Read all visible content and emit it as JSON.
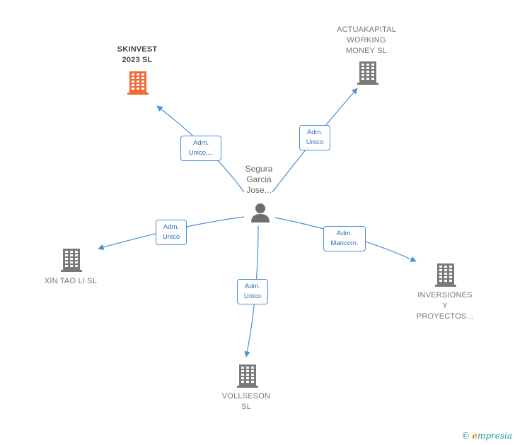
{
  "person": {
    "name": "Segura\nGarcia\nJose..."
  },
  "companies": [
    {
      "id": "skinvest",
      "label": "SKINVEST\n2023  SL",
      "highlight": true
    },
    {
      "id": "actuakapital",
      "label": "ACTUAKAPITAL\nWORKING\nMONEY  SL",
      "highlight": false
    },
    {
      "id": "xintaoli",
      "label": "XIN TAO LI  SL",
      "highlight": false
    },
    {
      "id": "vollseson",
      "label": "VOLLSESON\nSL",
      "highlight": false
    },
    {
      "id": "inversiones",
      "label": "INVERSIONES\nY\nPROYECTOS...",
      "highlight": false
    }
  ],
  "relations": [
    {
      "to": "skinvest",
      "label": "Adm.\nUnico,..."
    },
    {
      "to": "actuakapital",
      "label": "Adm.\nUnico"
    },
    {
      "to": "xintaoli",
      "label": "Adm.\nUnico"
    },
    {
      "to": "vollseson",
      "label": "Adm.\nUnico"
    },
    {
      "to": "inversiones",
      "label": "Adm.\nMancom."
    }
  ],
  "colors": {
    "highlight": "#f26a35",
    "building": "#7a7a7a",
    "edge": "#4a8fd9",
    "person": "#6e6e6e"
  },
  "watermark": {
    "copyright": "©",
    "brand_first": "e",
    "brand_rest": "mpresia"
  }
}
